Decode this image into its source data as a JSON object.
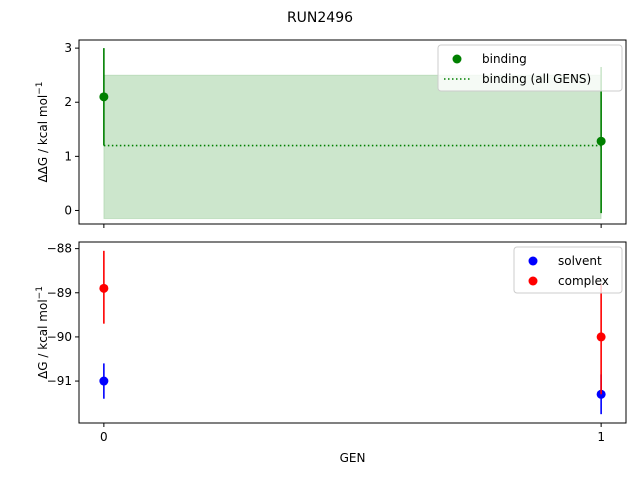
{
  "figure_title": "RUN2496",
  "chart_data": [
    {
      "type": "scatter",
      "ylabel_main": "ΔΔG / kcal mol",
      "ylabel_sup": "−1",
      "xlabel": "",
      "x_ticks": [
        "",
        ""
      ],
      "ylim": [
        -0.25,
        3.15
      ],
      "xlim": [
        -0.05,
        1.05
      ],
      "y_ticks": [
        "0",
        "1",
        "2",
        "3"
      ],
      "y_tick_values": [
        0,
        1,
        2,
        3
      ],
      "series": [
        {
          "name": "binding",
          "color": "#008000",
          "x": [
            0,
            1
          ],
          "y": [
            2.1,
            1.28
          ],
          "err_low": [
            1.2,
            -0.05
          ],
          "err_high": [
            3.0,
            2.65
          ]
        },
        {
          "name": "binding (all GENS)",
          "color": "#008000",
          "style": "dotted",
          "value": 1.2,
          "band": [
            -0.15,
            2.5
          ]
        }
      ],
      "legend_placement": "top-right",
      "legend": [
        "binding",
        "binding (all GENS)"
      ]
    },
    {
      "type": "scatter",
      "ylabel_main": "ΔG / kcal mol",
      "ylabel_sup": "−1",
      "xlabel": "GEN",
      "x_ticks": [
        "0",
        "1"
      ],
      "ylim": [
        -91.95,
        -87.85
      ],
      "xlim": [
        -0.05,
        1.05
      ],
      "y_ticks": [
        "−88",
        "−89",
        "−90",
        "−91"
      ],
      "y_tick_values": [
        -88,
        -89,
        -90,
        -91
      ],
      "series": [
        {
          "name": "solvent",
          "color": "#0000ff",
          "x": [
            0,
            1
          ],
          "y": [
            -91.0,
            -91.3
          ],
          "err_low": [
            -91.4,
            -91.75
          ],
          "err_high": [
            -90.6,
            -90.85
          ]
        },
        {
          "name": "complex",
          "color": "#ff0000",
          "x": [
            0,
            1
          ],
          "y": [
            -88.9,
            -90.0
          ],
          "err_low": [
            -89.7,
            -91.3
          ],
          "err_high": [
            -88.05,
            -88.8
          ]
        }
      ],
      "legend_placement": "top-right",
      "legend": [
        "solvent",
        "complex"
      ]
    }
  ]
}
